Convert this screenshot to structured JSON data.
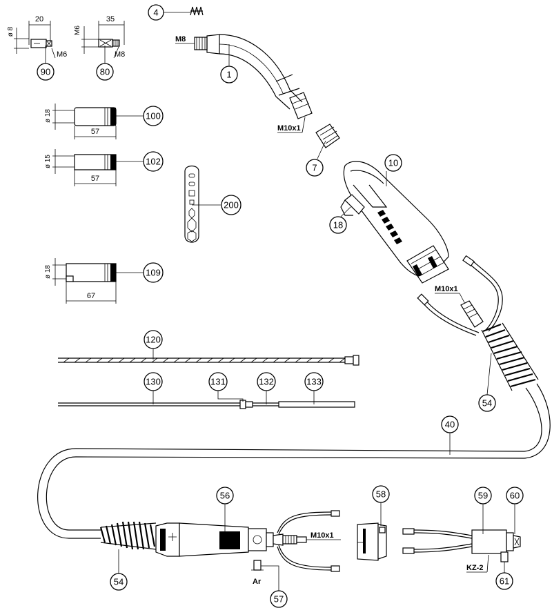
{
  "parts": {
    "p1": "1",
    "p4": "4",
    "p7": "7",
    "p10": "10",
    "p18": "18",
    "p40": "40",
    "p54a": "54",
    "p54b": "54",
    "p56": "56",
    "p57": "57",
    "p58": "58",
    "p59": "59",
    "p60": "60",
    "p61": "61",
    "p80": "80",
    "p90": "90",
    "p100": "100",
    "p102": "102",
    "p109": "109",
    "p120": "120",
    "p130": "130",
    "p131": "131",
    "p132": "132",
    "p133": "133",
    "p200": "200"
  },
  "dims": {
    "d90_len": "20",
    "d90_dia": "ø 8",
    "d90_thread": "M6",
    "d80_len": "35",
    "d80_dia": "M6",
    "d80_thread": "M8",
    "d100_dia": "ø 18",
    "d100_len": "57",
    "d102_dia": "ø 15",
    "d102_len": "57",
    "d109_dia": "ø 18",
    "d109_len": "67"
  },
  "labels": {
    "neck_thread": "M8",
    "neck_thread2": "M10x1",
    "handle_thread": "M10x1",
    "connector_thread": "M10x1",
    "plug_code": "KZ-2",
    "gas_symbol": "Ar"
  }
}
